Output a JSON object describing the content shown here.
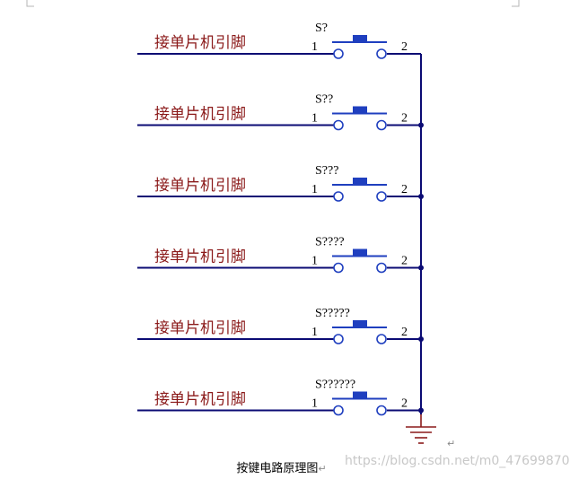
{
  "diagram": {
    "switches": [
      {
        "designator": "S?",
        "net_label": "接单片机引脚",
        "pin_left": "1",
        "pin_right": "2"
      },
      {
        "designator": "S??",
        "net_label": "接单片机引脚",
        "pin_left": "1",
        "pin_right": "2"
      },
      {
        "designator": "S???",
        "net_label": "接单片机引脚",
        "pin_left": "1",
        "pin_right": "2"
      },
      {
        "designator": "S????",
        "net_label": "接单片机引脚",
        "pin_left": "1",
        "pin_right": "2"
      },
      {
        "designator": "S?????",
        "net_label": "接单片机引脚",
        "pin_left": "1",
        "pin_right": "2"
      },
      {
        "designator": "S??????",
        "net_label": "接单片机引脚",
        "pin_left": "1",
        "pin_right": "2"
      }
    ],
    "ground_symbol": "ground-icon",
    "colors": {
      "wire": "#0b0b74",
      "switch": "#1f3fbf",
      "net_label": "#8b1a1a",
      "ground": "#8b1a1a"
    }
  },
  "caption": {
    "text": "按键电路原理图",
    "return_glyph": "↵"
  },
  "paragraph_mark": "↵",
  "watermark": "https://blog.csdn.net/m0_47699870"
}
